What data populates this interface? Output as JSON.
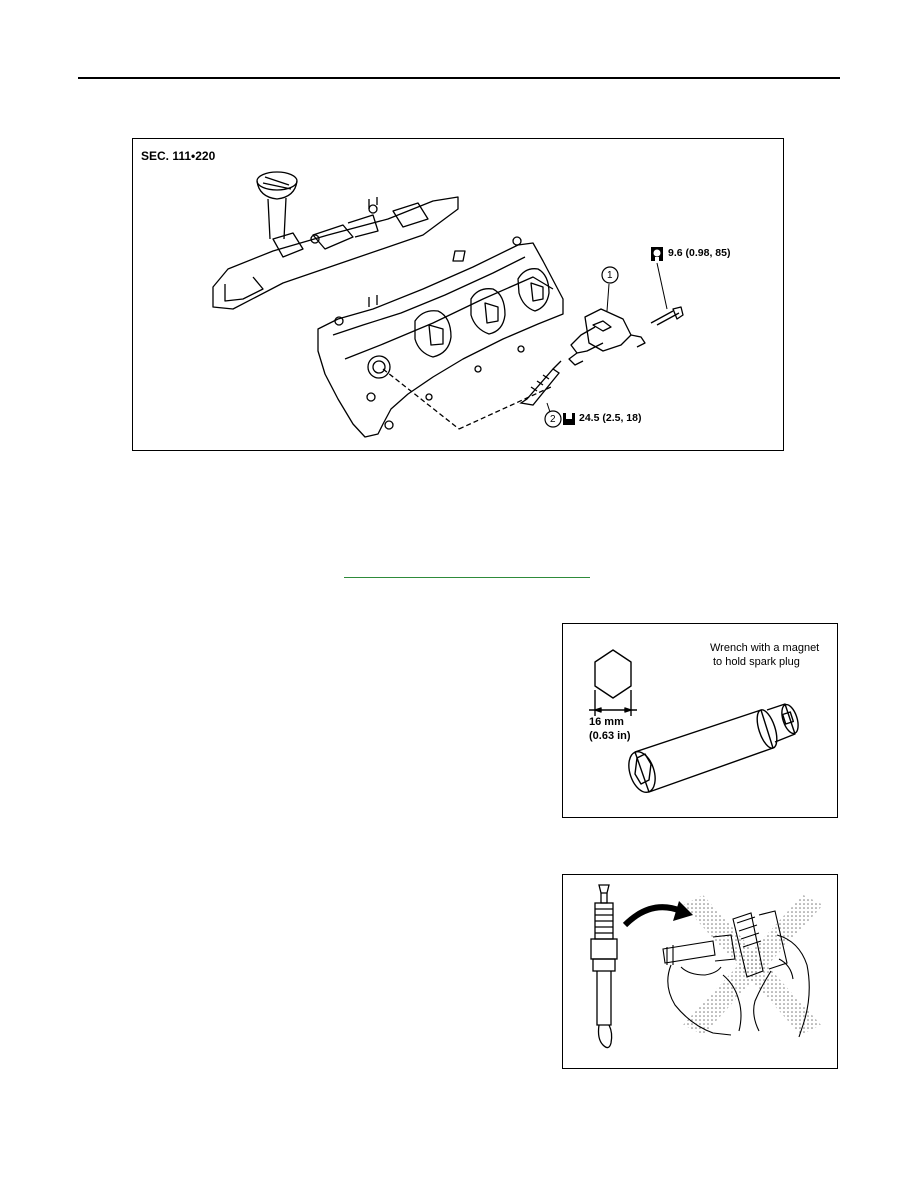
{
  "figure_main": {
    "section": "SEC. 111•220",
    "callout_1": "1",
    "callout_2": "2",
    "torque_coil_bolt": "9.6 (0.98, 85)",
    "torque_spark_plug": "24.5 (2.5, 18)",
    "icons": [
      "torque-wrench-icon",
      "socket-torque-icon"
    ]
  },
  "figure_wrench": {
    "caption": "Wrench with a magnet to hold spark plug",
    "caption_line1": "Wrench with a magnet",
    "caption_line2": "to hold spark plug",
    "size_mm": "16 mm",
    "size_in": "(0.63 in)"
  },
  "figure_plug": {
    "icons": [
      "spark-plug-icon",
      "cross-out-icon"
    ]
  },
  "colors": {
    "link": "#2e8b3a",
    "ink": "#000000"
  }
}
